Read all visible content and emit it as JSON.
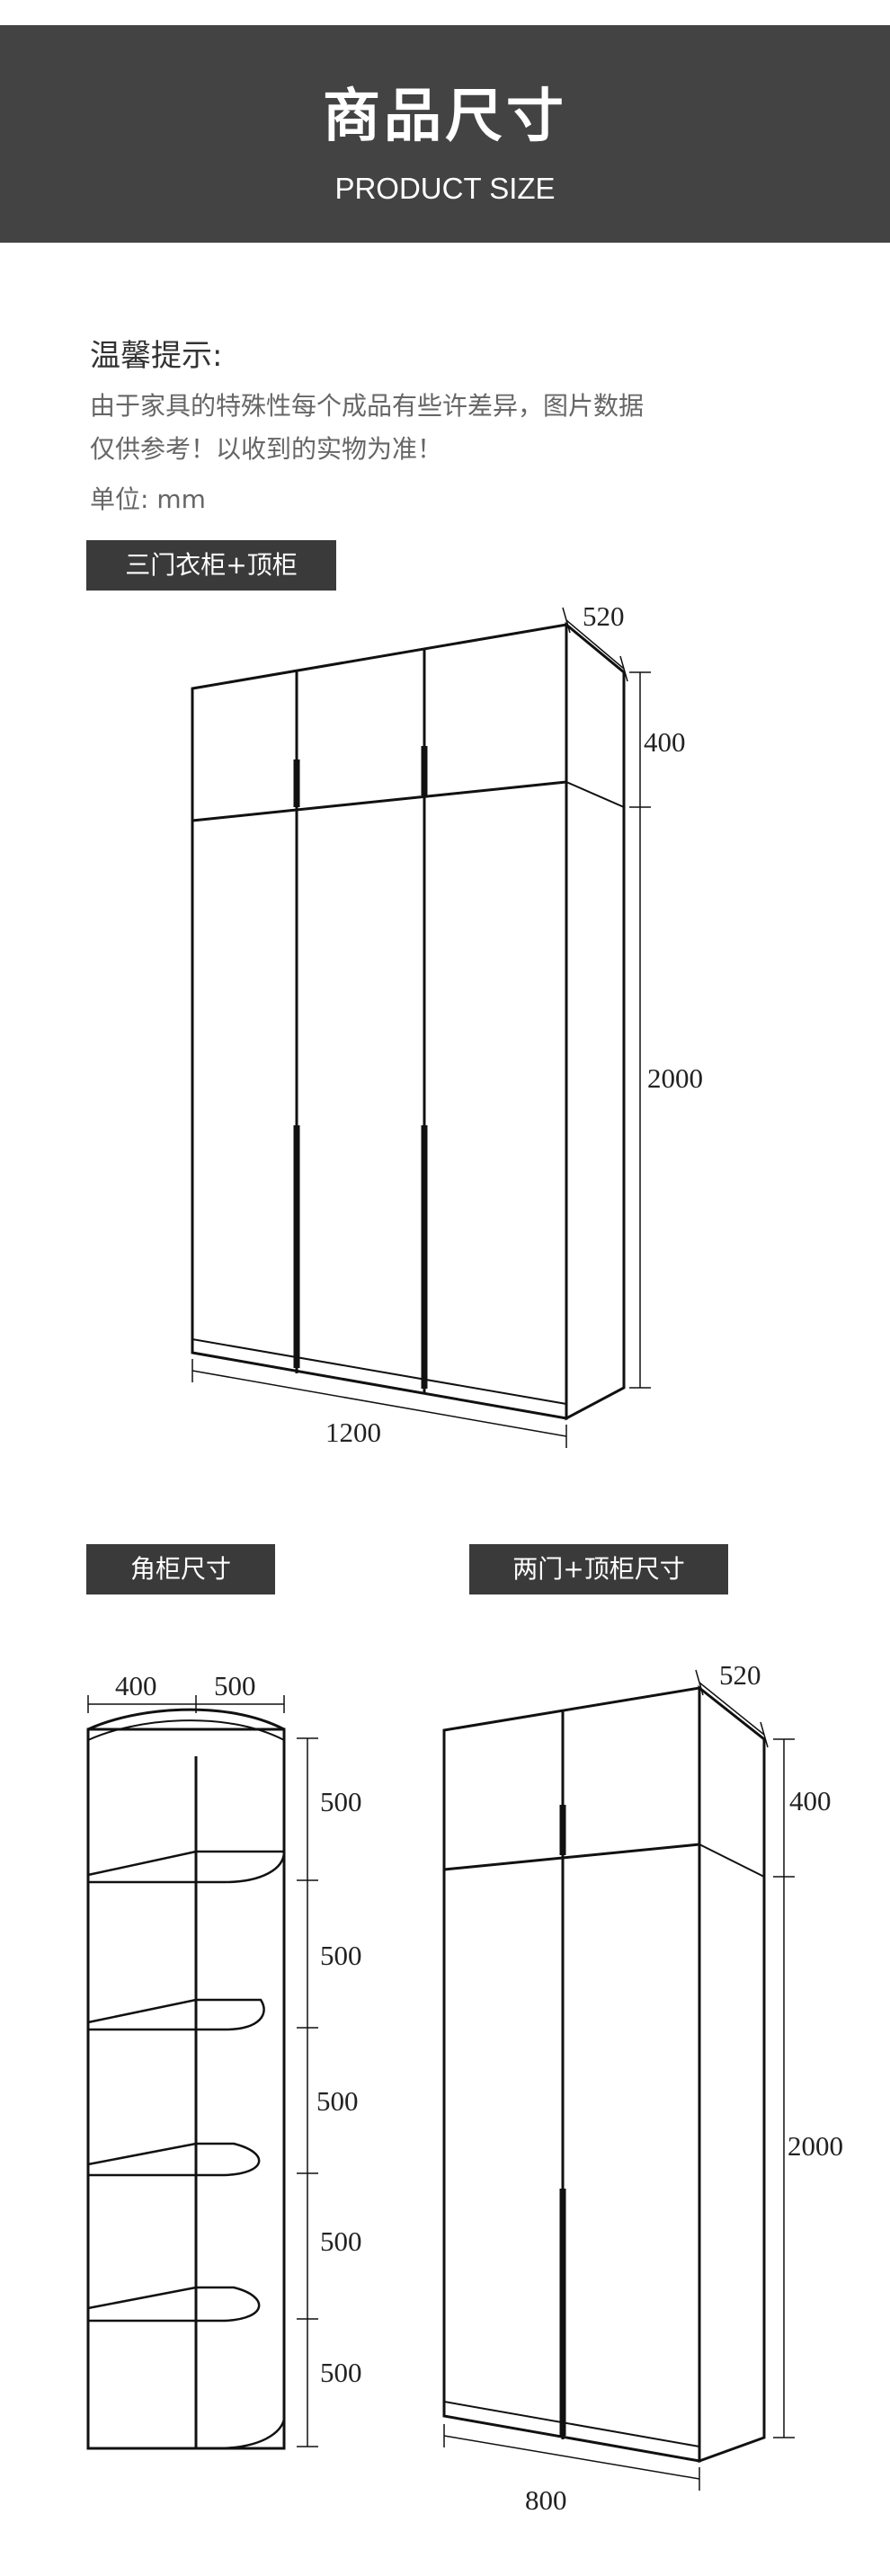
{
  "header": {
    "title": "商品尺寸",
    "subtitle": "PRODUCT SIZE"
  },
  "tip": {
    "title": "温馨提示:",
    "lines": [
      "由于家具的特殊性每个成品有些许差异，图片数据",
      "仅供参考！以收到的实物为准！"
    ],
    "unit": "单位: mm"
  },
  "three_door": {
    "label": "三门衣柜+顶柜",
    "depth": "520",
    "top_height": "400",
    "main_height": "2000",
    "width": "1200"
  },
  "corner": {
    "label": "角柜尺寸",
    "width_a": "400",
    "width_b": "500",
    "shelves": [
      "500",
      "500",
      "500",
      "500",
      "500"
    ]
  },
  "two_door": {
    "label": "两门+顶柜尺寸",
    "depth": "520",
    "top_height": "400",
    "main_height": "2000",
    "width": "800"
  }
}
